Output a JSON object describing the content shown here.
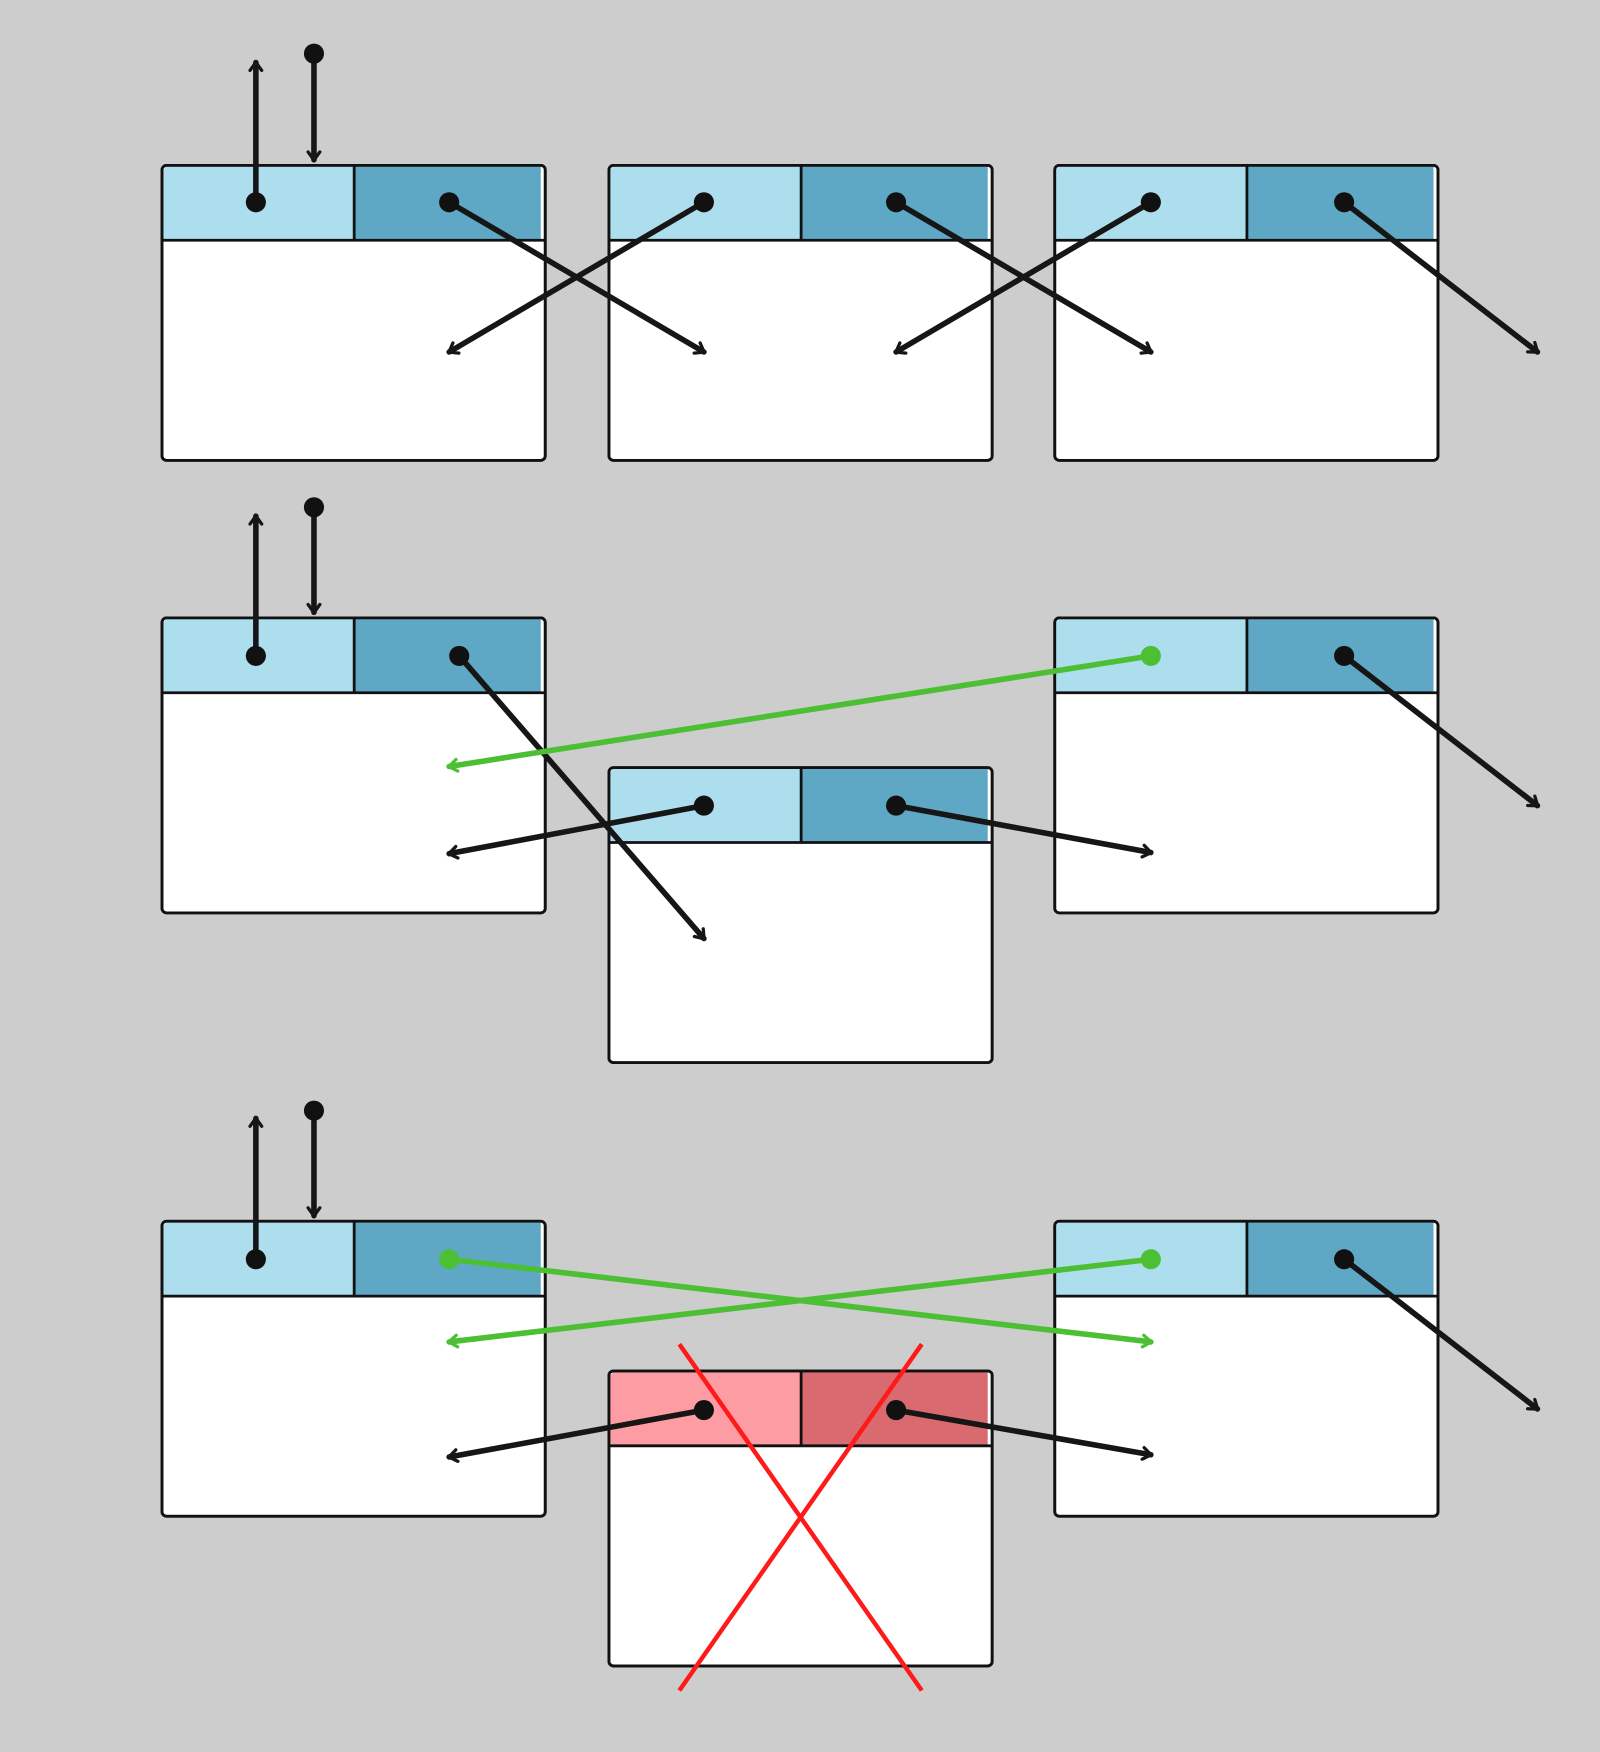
{
  "diagram": {
    "colors": {
      "background": "#cdcdcd",
      "prev_field": "#addeed",
      "next_field": "#5fa8c5",
      "removed_prev_field": "#fd9ca2",
      "removed_next_field": "#d96a70",
      "pointer": "#161616",
      "changed_pointer": "#4cbf35",
      "delete_mark": "#ff1a1a"
    },
    "icons": [
      "node-box",
      "pointer-arrow",
      "delete-cross"
    ]
  }
}
